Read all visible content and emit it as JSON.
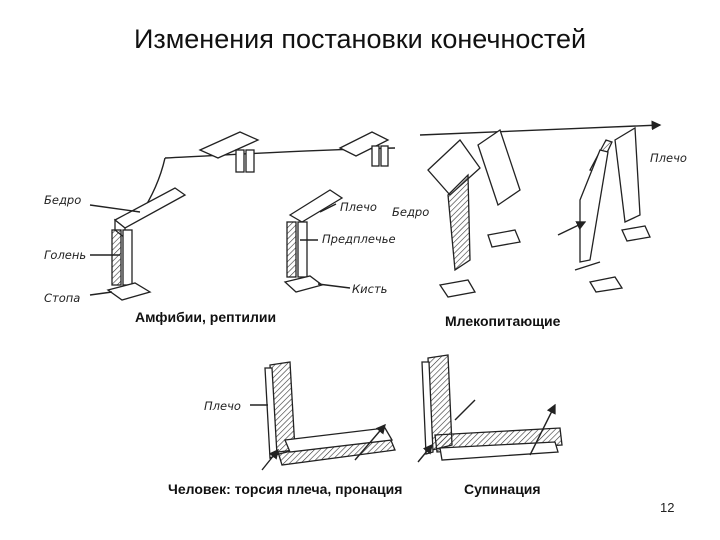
{
  "title": "Изменения постановки конечностей",
  "labels": {
    "bedro_left": "Бедро",
    "golen": "Голень",
    "stopa": "Стопа",
    "plecho_mid": "Плечо",
    "predplechye": "Предплечье",
    "kist": "Кисть",
    "bedro_mid": "Бедро",
    "plecho_right": "Плечо",
    "plecho_human": "Плечо"
  },
  "captions": {
    "amphibians": "Амфибии, рептилии",
    "mammals": "Млекопитающие",
    "human": "Человек: торсия плеча, пронация",
    "supination": "Супинация"
  },
  "page_number": "12"
}
